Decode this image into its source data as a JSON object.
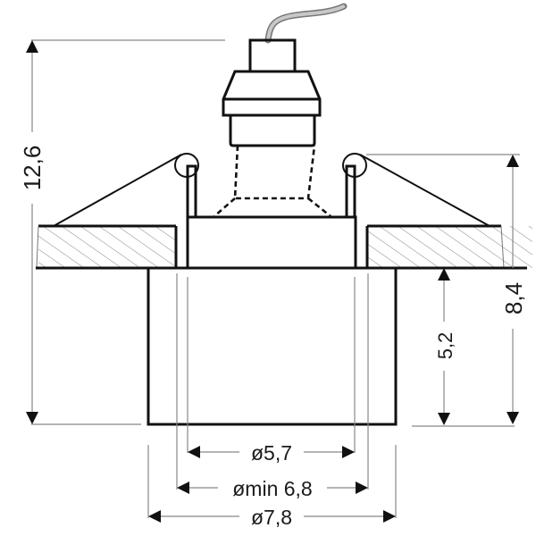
{
  "diagram": {
    "type": "technical-drawing",
    "subject": "recessed ceiling spotlight with spring clips, cross-section",
    "colors": {
      "line": "#111111",
      "dim_line": "#888888",
      "hatch": "#777777",
      "cable": "#a0a0a0",
      "background": "#ffffff"
    },
    "dimensions": {
      "total_height": "12,6",
      "height_below_clip": "8,4",
      "visible_height": "5,2",
      "inner_diameter": "ø5,7",
      "cutout_diameter": "ømin 6,8",
      "outer_diameter": "ø7,8"
    },
    "parts": [
      "cable",
      "lamp-holder-cap",
      "hex-socket",
      "socket-neck",
      "lamp-bulb-outline",
      "housing",
      "spring-clips",
      "ceiling-panel",
      "trim-cylinder"
    ]
  }
}
